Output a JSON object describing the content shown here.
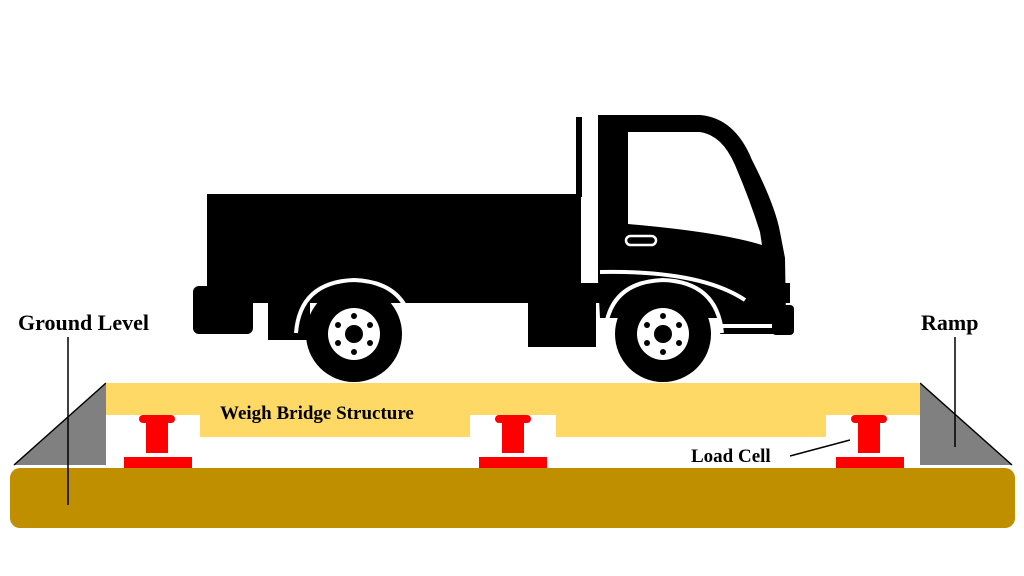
{
  "labels": {
    "ground_level": "Ground Level",
    "ramp": "Ramp",
    "structure": "Weigh Bridge Structure",
    "load_cell": "Load Cell"
  },
  "colors": {
    "ground": "#bf8f00",
    "structure": "#ffd966",
    "load_cell": "#ff0000",
    "ramp": "#808080",
    "truck": "#000000"
  },
  "icons": {
    "truck": "truck-icon"
  }
}
